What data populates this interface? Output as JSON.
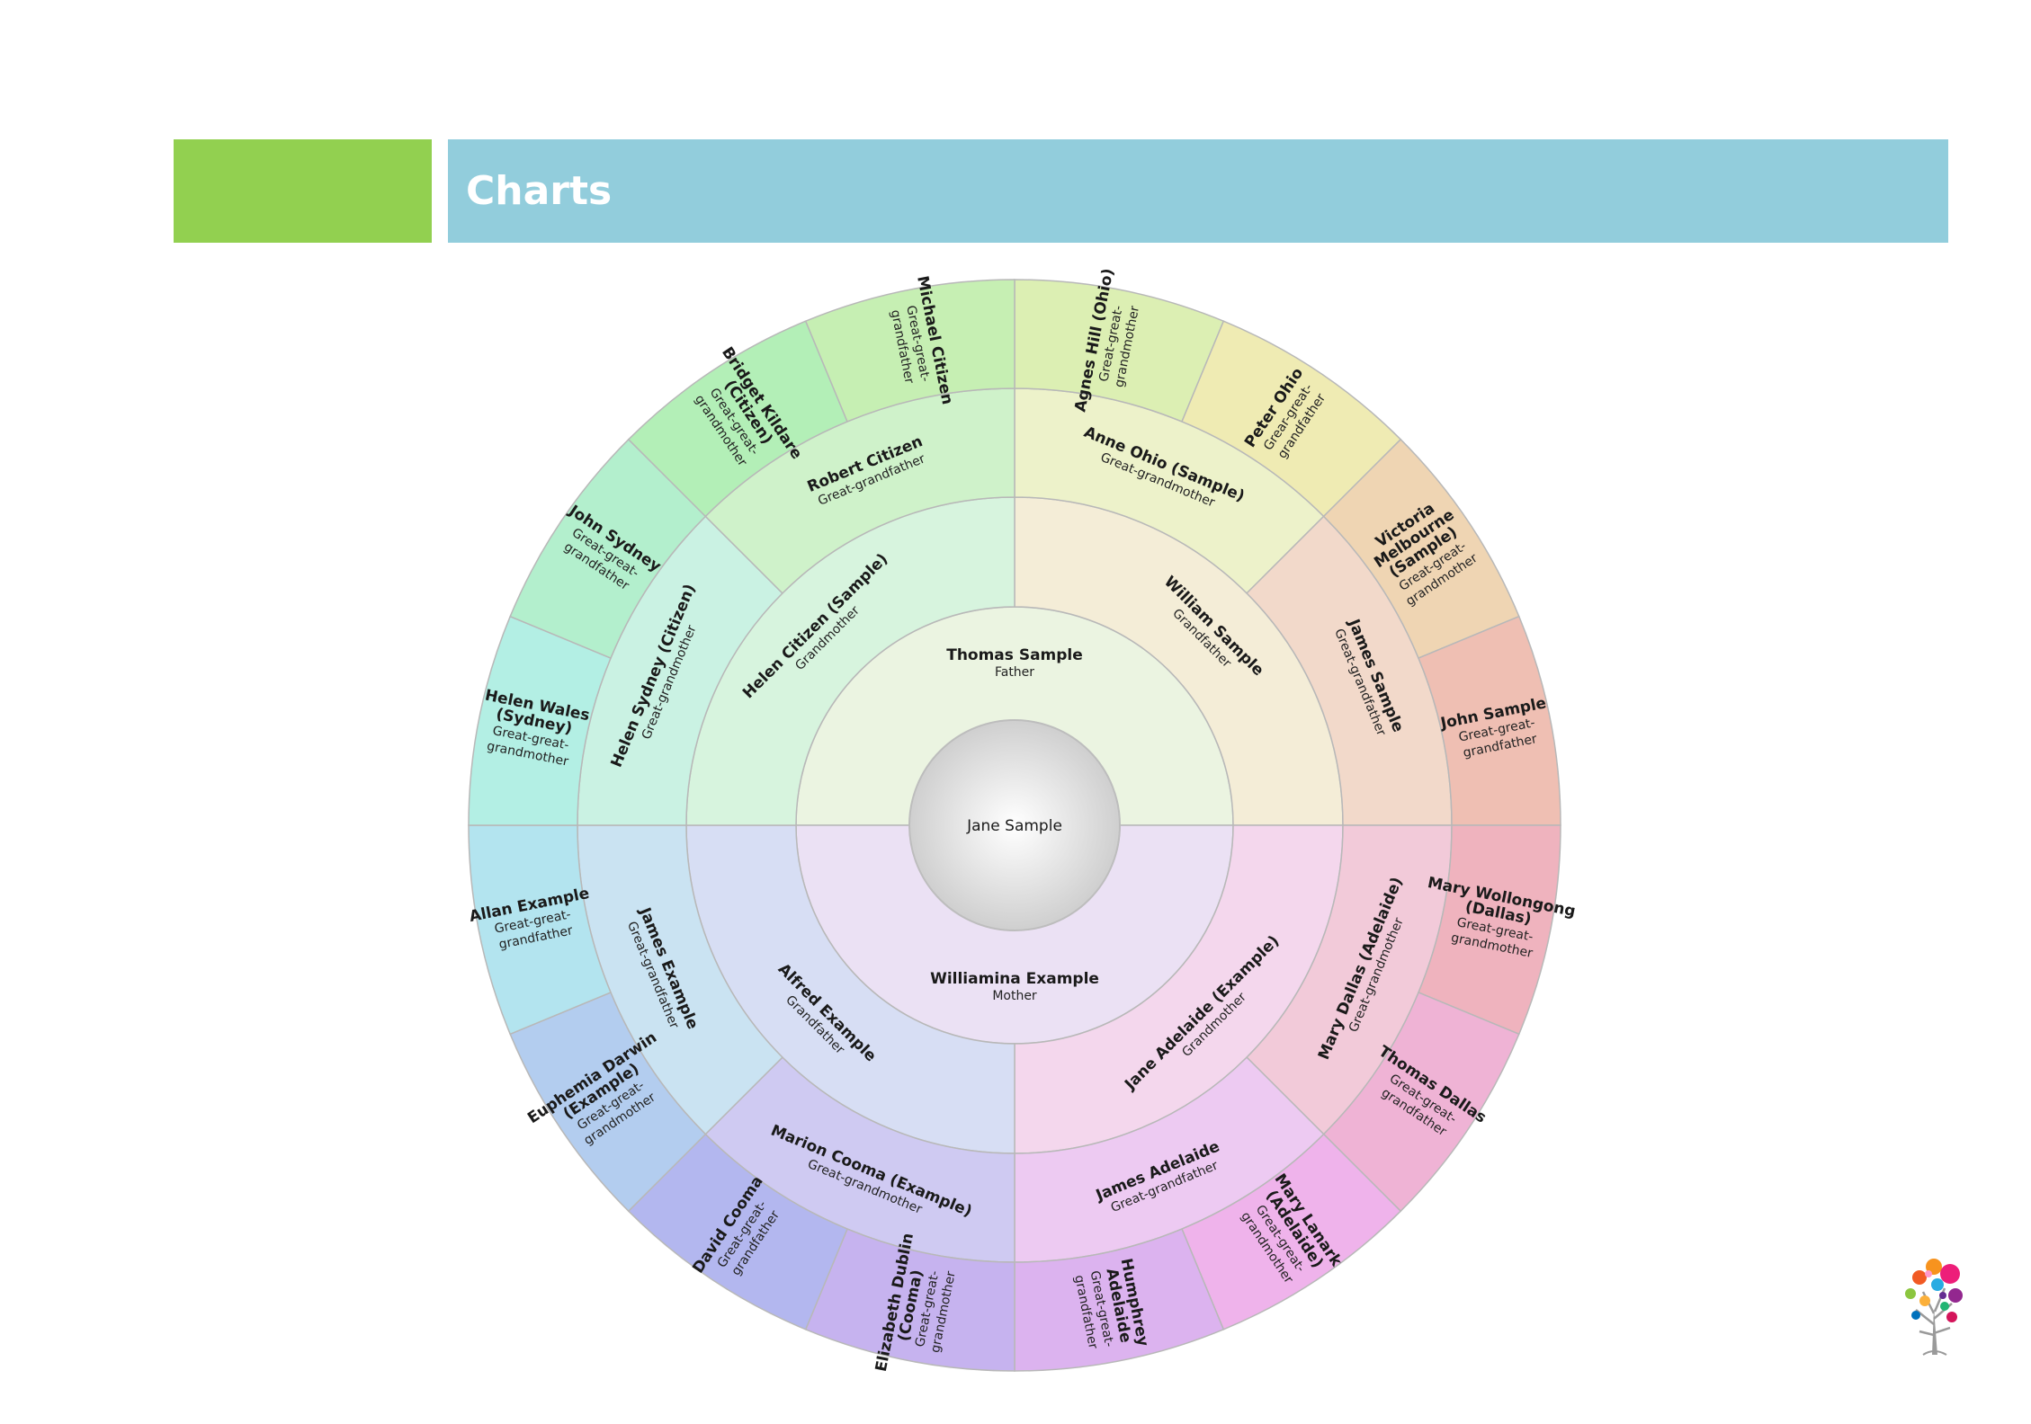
{
  "page": {
    "title": "Charts",
    "accent_green": "#92d050",
    "title_bar_color": "#92cddc"
  },
  "center": {
    "name": "Jane Sample"
  },
  "parents": [
    {
      "lines": [
        "Thomas Sample"
      ],
      "role": [
        "Father"
      ]
    },
    {
      "lines": [
        "Williamina Example"
      ],
      "role": [
        "Mother"
      ]
    }
  ],
  "grandparents": [
    {
      "lines": [
        "William Sample"
      ],
      "role": [
        "Grandfather"
      ]
    },
    {
      "lines": [
        "Jane Adelaide (Example)"
      ],
      "role": [
        "Grandmother"
      ]
    },
    {
      "lines": [
        "Alfred Example"
      ],
      "role": [
        "Grandfather"
      ]
    },
    {
      "lines": [
        "Helen Citizen (Sample)"
      ],
      "role": [
        "Grandmother"
      ]
    }
  ],
  "great_grandparents": [
    {
      "lines": [
        "Anne Ohio (Sample)"
      ],
      "role": [
        "Great-grandmother"
      ]
    },
    {
      "lines": [
        "James Sample"
      ],
      "role": [
        "Great-grandfather"
      ]
    },
    {
      "lines": [
        "Mary Dallas (Adelaide)"
      ],
      "role": [
        "Great-grandmother"
      ]
    },
    {
      "lines": [
        "James Adelaide"
      ],
      "role": [
        "Great-grandfather"
      ]
    },
    {
      "lines": [
        "Marion Cooma (Example)"
      ],
      "role": [
        "Great-grandmother"
      ]
    },
    {
      "lines": [
        "James Example"
      ],
      "role": [
        "Great-grandfather"
      ]
    },
    {
      "lines": [
        "Helen Sydney (Citizen)"
      ],
      "role": [
        "Great-grandmother"
      ]
    },
    {
      "lines": [
        "Robert Citizen"
      ],
      "role": [
        "Great-grandfather"
      ]
    }
  ],
  "great_great_grandparents": [
    {
      "lines": [
        "Agnes Hill (Ohio)"
      ],
      "role": [
        "Great-great-",
        "grandmother"
      ]
    },
    {
      "lines": [
        "Peter Ohio"
      ],
      "role": [
        "Grear-great-",
        "grandfather"
      ]
    },
    {
      "lines": [
        "Victoria",
        "Melbourne",
        "(Sample)"
      ],
      "role": [
        "Great-great-",
        "grandmother"
      ]
    },
    {
      "lines": [
        "John Sample"
      ],
      "role": [
        "Great-great-",
        "grandfather"
      ]
    },
    {
      "lines": [
        "Mary Wollongong",
        "(Dallas)"
      ],
      "role": [
        "Great-great-",
        "grandmother"
      ]
    },
    {
      "lines": [
        "Thomas Dallas"
      ],
      "role": [
        "Great-great-",
        "grandfather"
      ]
    },
    {
      "lines": [
        "Mary Lanark",
        "(Adelaide)"
      ],
      "role": [
        "Great-great-",
        "grandmother"
      ]
    },
    {
      "lines": [
        "Humphrey",
        "Adelaide"
      ],
      "role": [
        "Great-great-",
        "grandfather"
      ]
    },
    {
      "lines": [
        "Elizabeth Dublin",
        "(Cooma)"
      ],
      "role": [
        "Great-great-",
        "grandmother"
      ]
    },
    {
      "lines": [
        "David Cooma"
      ],
      "role": [
        "Great-great-",
        "grandfather"
      ]
    },
    {
      "lines": [
        "Euphemia Darwin",
        "(Example)"
      ],
      "role": [
        "Great-great-",
        "grandmother"
      ]
    },
    {
      "lines": [
        "Allan Example"
      ],
      "role": [
        "Great-great-",
        "grandfather"
      ]
    },
    {
      "lines": [
        "Helen Wales",
        "(Sydney)"
      ],
      "role": [
        "Great-great-",
        "grandmother"
      ]
    },
    {
      "lines": [
        "John Sydney"
      ],
      "role": [
        "Great-great-",
        "grandfather"
      ]
    },
    {
      "lines": [
        "Bridget Kildare",
        "(Citizen)"
      ],
      "role": [
        "Great-great-",
        "grandmother"
      ]
    },
    {
      "lines": [
        "Michael Citizen"
      ],
      "role": [
        "Great-great-",
        "grandfather"
      ]
    }
  ]
}
